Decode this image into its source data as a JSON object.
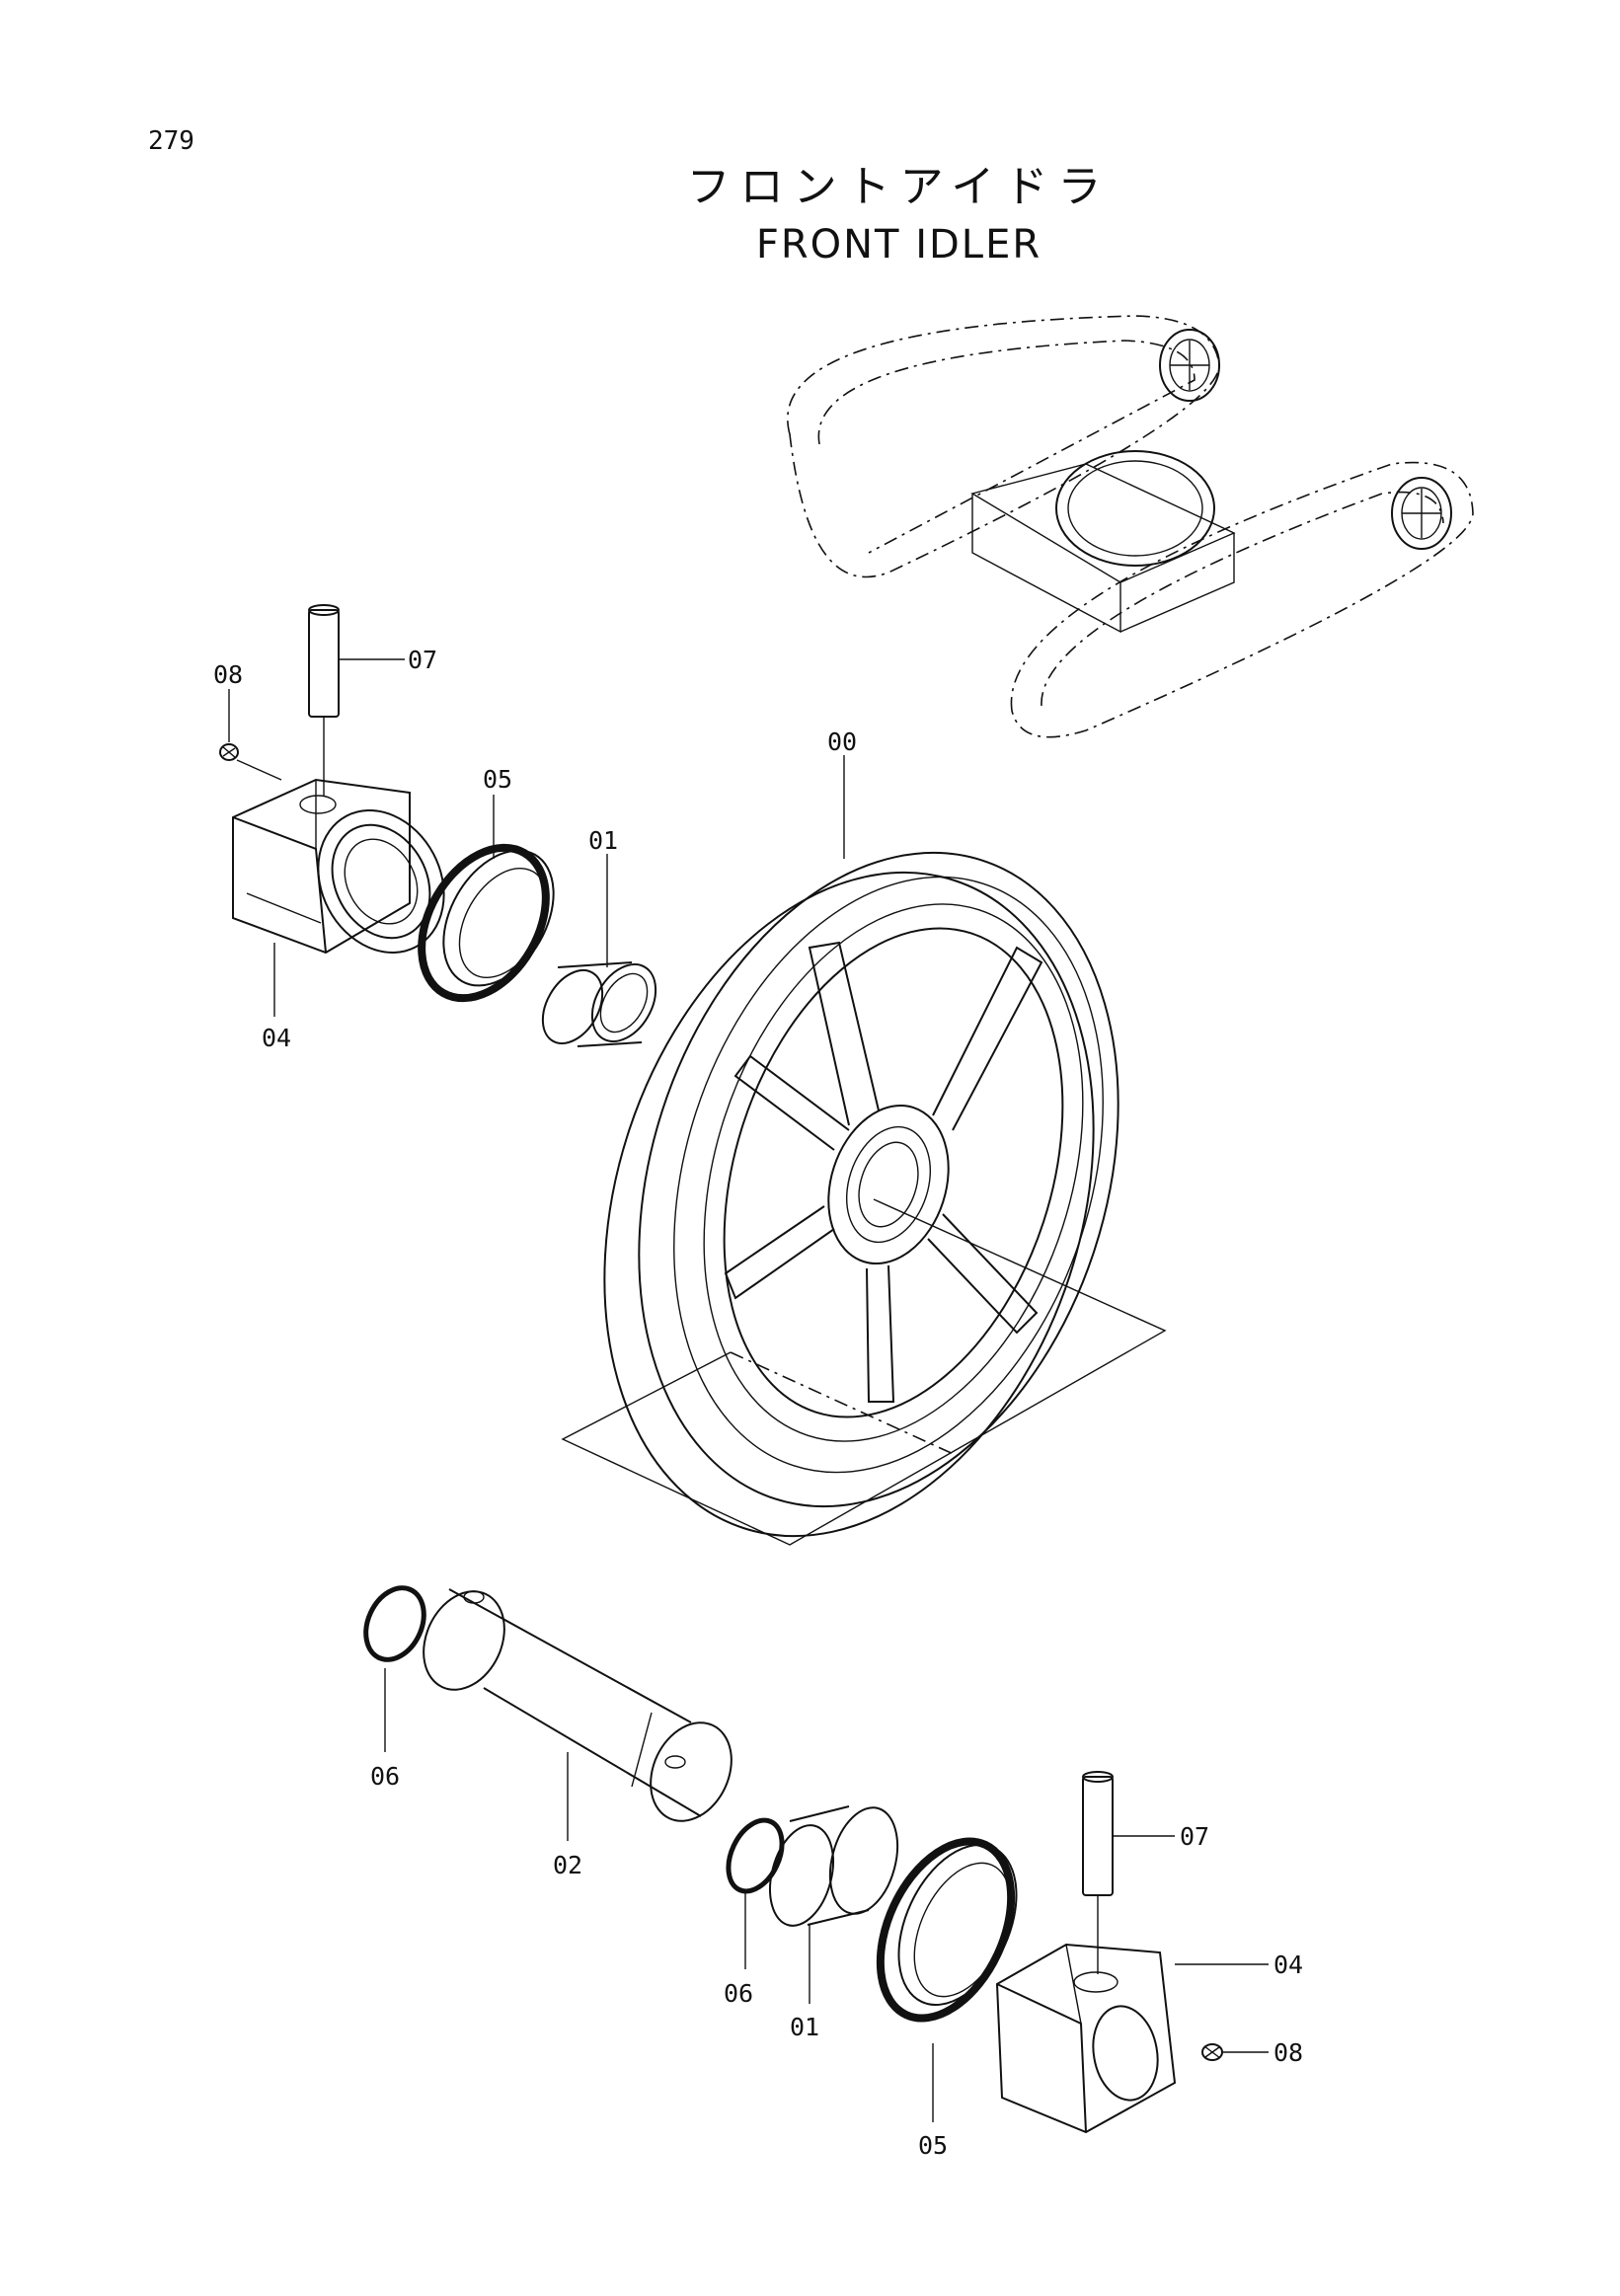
{
  "page": {
    "number": "279"
  },
  "title": {
    "japanese": "フロントアイドラ",
    "english": "FRONT  IDLER"
  },
  "callouts": {
    "idler_assy": "00",
    "bushing_upper": "01",
    "bushing_lower": "01",
    "shaft": "02",
    "bearing_upper": "04",
    "bearing_lower": "04",
    "floating_seal_upper": "05",
    "floating_seal_lower": "05",
    "o_ring_left": "06",
    "o_ring_right": "06",
    "pin_upper": "07",
    "pin_lower": "07",
    "plug_upper": "08",
    "plug_lower": "08"
  }
}
